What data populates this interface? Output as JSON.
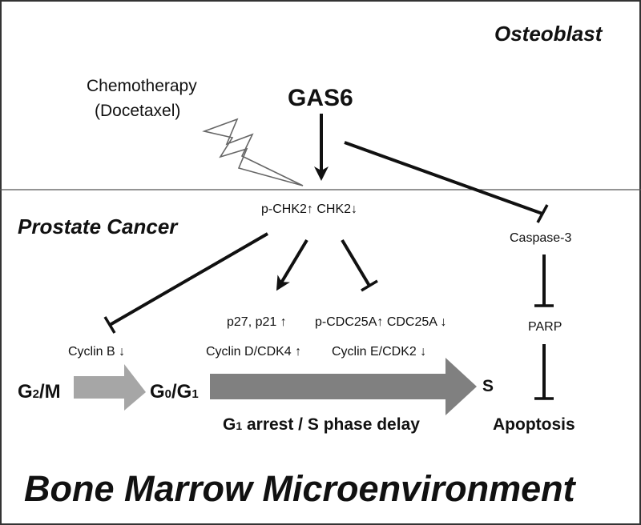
{
  "regions": {
    "osteoblast": "Osteoblast",
    "prostate_cancer": "Prostate Cancer",
    "bone_marrow": "Bone Marrow Microenvironment"
  },
  "stimuli": {
    "chemo_line1": "Chemotherapy",
    "chemo_line2": "(Docetaxel)",
    "gas6": "GAS6"
  },
  "nodes": {
    "pchk2": "p-CHK2",
    "chk2": "CHK2",
    "caspase3": "Caspase-3",
    "parp": "PARP",
    "apoptosis": "Apoptosis",
    "cyclin_b": "Cyclin B",
    "p27_p21": "p27, p21",
    "p_cdc25a": "p-CDC25A",
    "cdc25a": "CDC25A",
    "cyclin_d_cdk4": "Cyclin D/CDK4",
    "cyclin_e_cdk2": "Cyclin E/CDK2"
  },
  "phases": {
    "g2m": {
      "g": "G",
      "sub": "2",
      "rest": "/M"
    },
    "g0g1": {
      "g": "G",
      "sub": "0",
      "mid": "/G",
      "sub2": "1"
    },
    "s": "S",
    "arrest": {
      "g": "G",
      "sub": "1",
      "rest": " arrest / S phase delay"
    }
  },
  "symbols": {
    "up": "↑",
    "down": "↓"
  },
  "colors": {
    "border": "#333333",
    "arrow": "#111111",
    "light_phase_arrow": "#a6a6a6",
    "dark_phase_arrow": "#808080"
  }
}
